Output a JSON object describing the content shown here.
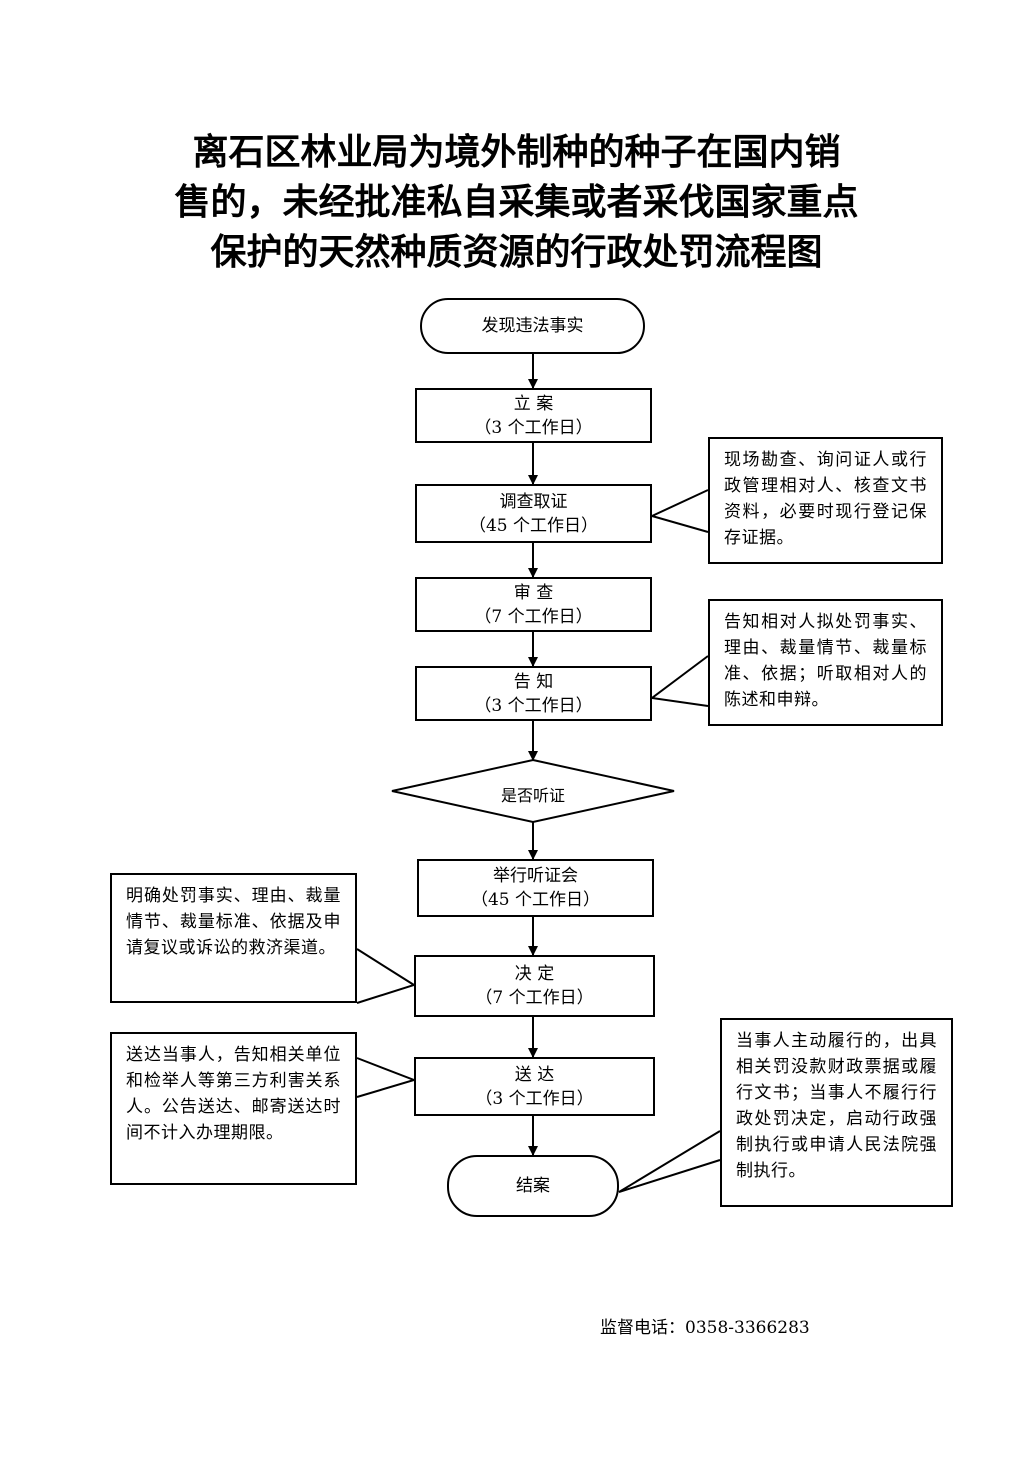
{
  "title": {
    "line1": "离石区林业局为境外制种的种子在国内销",
    "line2": "售的，未经批准私自采集或者采伐国家重点",
    "line3": "保护的天然种质资源的行政处罚流程图"
  },
  "nodes": {
    "start": "发现违法事实",
    "filing": {
      "name": "立 案",
      "days": "（3 个工作日）"
    },
    "investigation": {
      "name": "调查取证",
      "days": "（45 个工作日）"
    },
    "review": {
      "name": "审 查",
      "days": "（7 个工作日）"
    },
    "notify": {
      "name": "告 知",
      "days": "（3 个工作日）"
    },
    "decision_question": "是否听证",
    "hearing": {
      "name": "举行听证会",
      "days": "（45 个工作日）"
    },
    "decide": {
      "name": "决 定",
      "days": "（7 个工作日）"
    },
    "deliver": {
      "name": "送 达",
      "days": "（3 个工作日）"
    },
    "end": "结案"
  },
  "notes": {
    "investigation": "现场勘查、询问证人或行政管理相对人、核查文书资料，必要时现行登记保存证据。",
    "notify": "告知相对人拟处罚事实、理由、裁量情节、裁量标准、依据；听取相对人的陈述和申辩。",
    "decide": "明确处罚事实、理由、裁量情节、裁量标准、依据及申请复议或诉讼的救济渠道。",
    "deliver": "送达当事人，告知相关单位和检举人等第三方利害关系人。公告送达、邮寄送达时间不计入办理期限。",
    "end": "当事人主动履行的，出具相关罚没款财政票据或履行文书；当事人不履行行政处罚决定，启动行政强制执行或申请人民法院强制执行。"
  },
  "footer": {
    "label": "监督电话：",
    "phone": "0358-3366283"
  }
}
